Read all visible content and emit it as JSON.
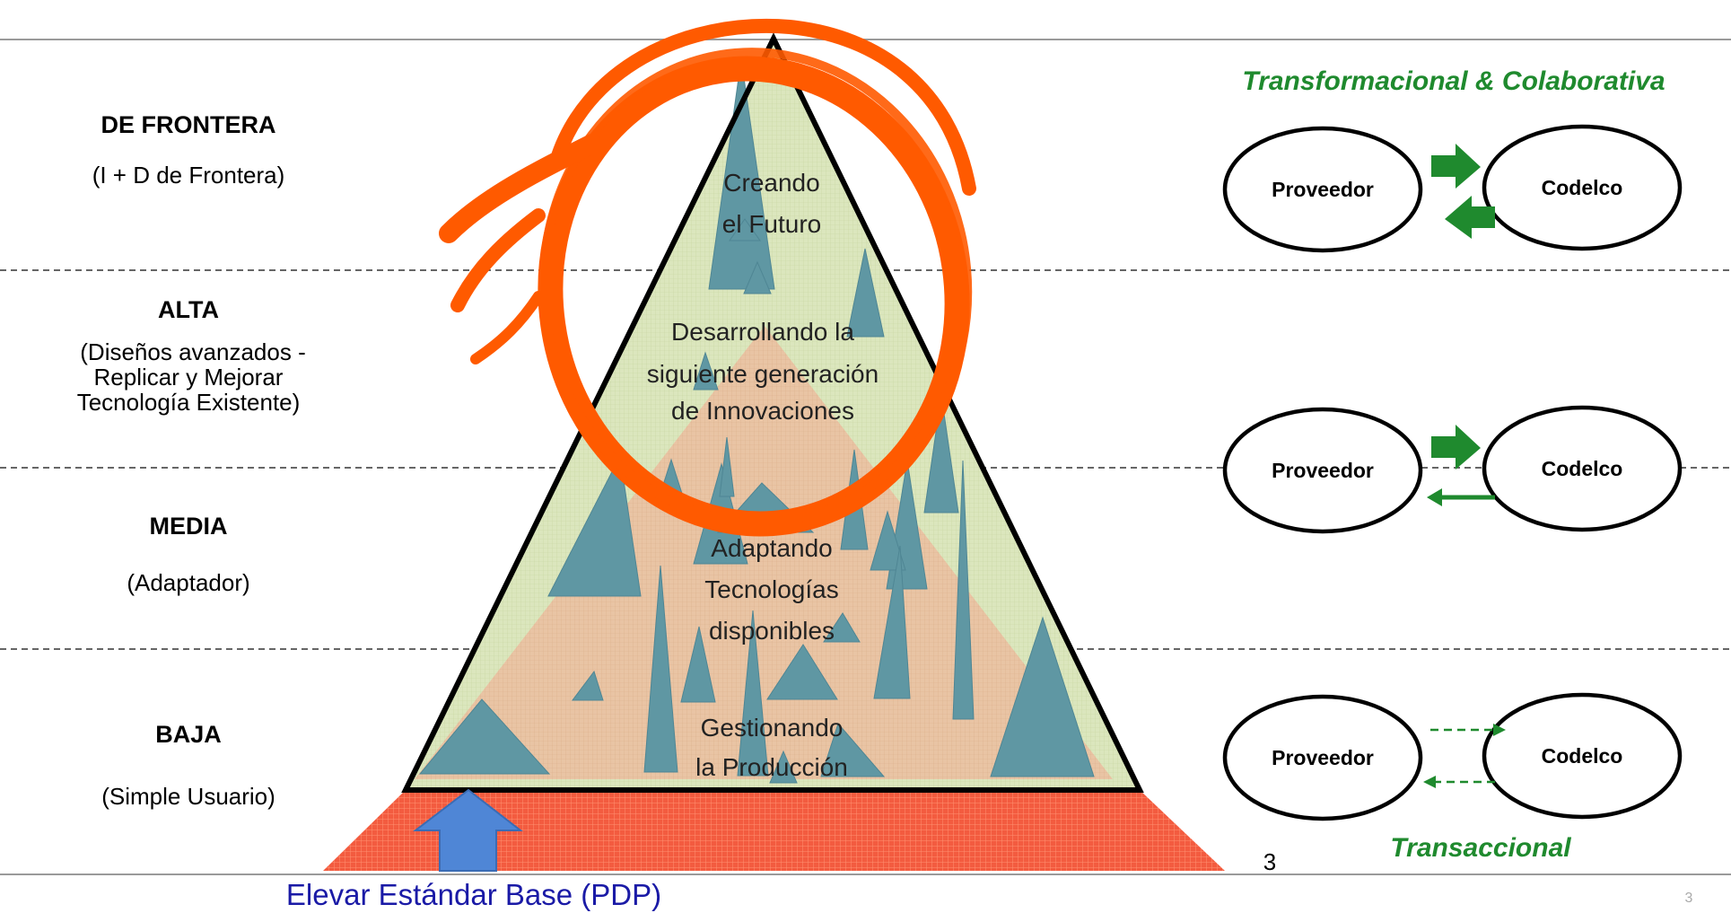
{
  "levels": [
    {
      "title": "DE FRONTERA",
      "subtitle": [
        "(I + D de Frontera)"
      ]
    },
    {
      "title": "ALTA",
      "subtitle": [
        "(Diseños avanzados  -",
        "Replicar y Mejorar",
        "Tecnología Existente)"
      ]
    },
    {
      "title": "MEDIA",
      "subtitle": [
        "(Adaptador)"
      ]
    },
    {
      "title": "BAJA",
      "subtitle": [
        "(Simple Usuario)"
      ]
    }
  ],
  "pyramid": {
    "top": [
      "Creando",
      "el Futuro"
    ],
    "upper": [
      "Desarrollando la",
      "siguiente generación",
      "de Innovaciones"
    ],
    "middle": [
      "Adaptando",
      "Tecnologías",
      "disponibles"
    ],
    "base": [
      "Gestionando",
      "la Producción"
    ]
  },
  "relations": {
    "top_label": "Transformacional & Colaborativa",
    "bottom_label": "Transaccional",
    "rows": [
      {
        "left": "Proveedor",
        "right": "Codelco",
        "style": "collaborative"
      },
      {
        "left": "Proveedor",
        "right": "Codelco",
        "style": "mixed"
      },
      {
        "left": "Proveedor",
        "right": "Codelco",
        "style": "transactional"
      }
    ]
  },
  "base_label": "Elevar Estándar Base (PDP)",
  "slide_number": "3",
  "corner_number": "3",
  "colors": {
    "orange": "#ff5a00",
    "green": "#1f8a2e",
    "teal": "#5f97a3",
    "base_red": "#f25a3c",
    "arrow_blue": "#4f86d6"
  }
}
